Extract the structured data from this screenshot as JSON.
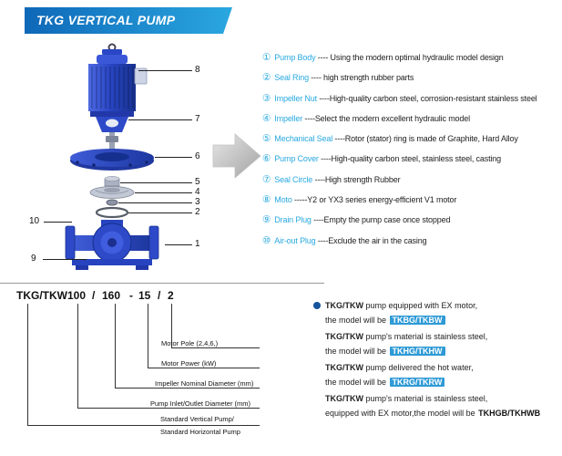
{
  "colors": {
    "accent_cyan": "#29a9e0",
    "banner_from": "#0e68b8",
    "banner_to": "#2aa7e0",
    "pump_blue": "#2e4ac8",
    "highlight_blue": "#2f9ad6",
    "text_dark": "#222222"
  },
  "header": {
    "title": "TKG VERTICAL PUMP"
  },
  "callouts": {
    "c1": "1",
    "c2": "2",
    "c3": "3",
    "c4": "4",
    "c5": "5",
    "c6": "6",
    "c7": "7",
    "c8": "8",
    "c9": "9",
    "c10": "10"
  },
  "parts_list": {
    "items": [
      {
        "num": "①",
        "label": "Pump Body",
        "desc": " ---- Using the modern optimal hydraulic model design"
      },
      {
        "num": "②",
        "label": "Seal Ring",
        "desc": " ---- high strength rubber parts"
      },
      {
        "num": "③",
        "label": "Impeller Nut",
        "desc": " ----High-quality carbon steel, corrosion-resistant stainless steel"
      },
      {
        "num": "④",
        "label": "Impeller",
        "desc": " ----Select the modern excellent hydraulic model"
      },
      {
        "num": "⑤",
        "label": "Mechanical Seal",
        "desc": " ----Rotor (stator) ring is made of Graphite, Hard Alloy"
      },
      {
        "num": "⑥",
        "label": "Pump Cover",
        "desc": " ----High-quality carbon steel, stainless steel, casting"
      },
      {
        "num": "⑦",
        "label": "Seal Circle",
        "desc": " ----High strength Rubber"
      },
      {
        "num": "⑧",
        "label": "Moto",
        "desc": " -----Y2 or YX3 series energy-efficient V1 motor"
      },
      {
        "num": "⑨",
        "label": "Drain Plug",
        "desc": " ----Empty the pump case once stopped"
      },
      {
        "num": "⑩",
        "label": "Air-out Plug",
        "desc": " ----Exclude the air in the casing"
      }
    ]
  },
  "model_code": {
    "segments": [
      "TKG/TKW",
      "100",
      "/",
      "160",
      "-",
      "15",
      "/",
      "2"
    ],
    "labels": {
      "pole": "Motor Pole (2,4,6,)",
      "power": "Motor Power  (kW)",
      "impeller": "Impeller Nominal Diameter (mm)",
      "inlet": "Pump Inlet/Outlet Diameter (mm)",
      "standard1": "Standard Vertical Pump/",
      "standard2": "Standard  Horizontal Pump"
    }
  },
  "notes": {
    "groups": [
      {
        "bold": "TKG/TKW",
        "rest": " pump equipped with EX motor,",
        "pre": "the model will be ",
        "model": "TKBG/TKBW"
      },
      {
        "bold": "TKG/TKW",
        "rest": " pump's material is stainless steel,",
        "pre": "the model will be ",
        "model": "TKHG/TKHW"
      },
      {
        "bold": "TKG/TKW",
        "rest": " pump delivered the hot water,",
        "pre": "the model will be ",
        "model": "TKRG/TKRW"
      },
      {
        "bold": "TKG/TKW",
        "rest": " pump's material is stainless steel,",
        "pre": "equipped with EX motor,the model will be ",
        "model": "TKHGB/TKHWB"
      }
    ]
  }
}
